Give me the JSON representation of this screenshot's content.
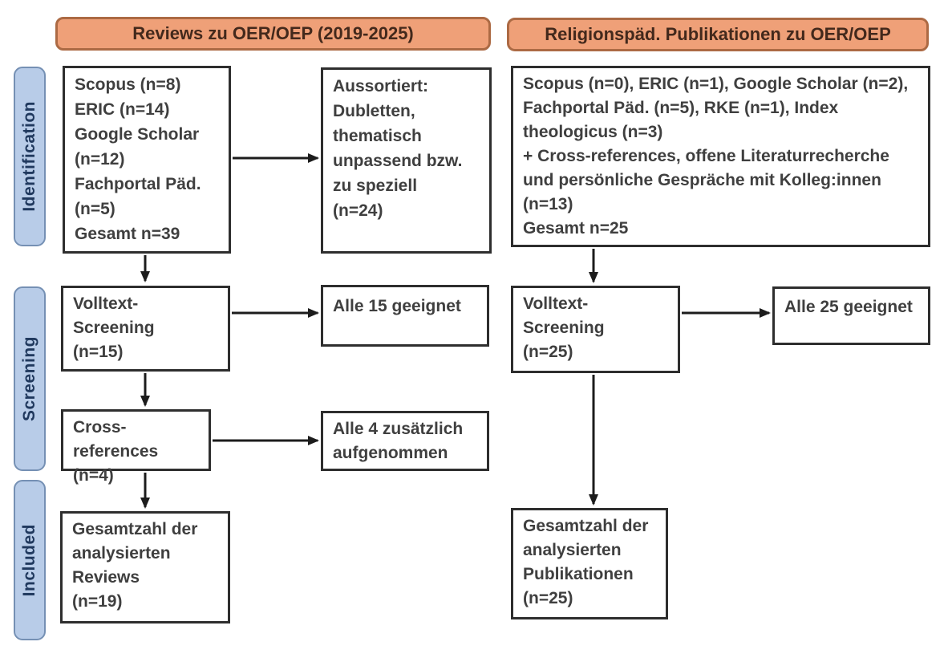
{
  "title_banners": {
    "left": "Reviews zu OER/OEP (2019-2025)",
    "right": "Religionspäd. Publikationen zu OER/OEP"
  },
  "stage_labels": [
    "Identification",
    "Screening",
    "Included"
  ],
  "colors": {
    "banner_fill": "#EFA078",
    "banner_border": "#AC6A44",
    "banner_text": "#43291C",
    "stage_fill": "#B8CCE8",
    "stage_border": "#7590B4",
    "stage_text": "#20395E",
    "box_border": "#2E2E2E",
    "box_text": "#3F3F3F",
    "arrow": "#1C1C1C"
  },
  "left_flow": {
    "identification_box": "Scopus (n=8)\nERIC (n=14)\nGoogle Scholar\n(n=12)\nFachportal Päd.\n(n=5)\nGesamt n=39",
    "excluded_box": "Aussortiert:\nDubletten,\nthematisch\nunpassend bzw.\nzu speziell\n(n=24)",
    "fulltext_box": "Volltext-\nScreening\n(n=15)",
    "eligible_box": "Alle 15 geeignet",
    "crossref_box": "Cross-references\n(n=4)",
    "added_box": "Alle 4 zusätzlich\naufgenommen",
    "included_box": "Gesamtzahl der\nanalysierten\nReviews\n(n=19)"
  },
  "right_flow": {
    "identification_box": "Scopus (n=0), ERIC (n=1), Google Scholar (n=2),\nFachportal Päd. (n=5), RKE (n=1), Index\ntheologicus (n=3)\n+ Cross-references, offene Literaturrecherche\nund persönliche Gespräche mit Kolleg:innen\n(n=13)\nGesamt n=25",
    "fulltext_box": "Volltext-\nScreening\n(n=25)",
    "eligible_box": "Alle 25 geeignet",
    "included_box": "Gesamtzahl der\nanalysierten\nPublikationen\n(n=25)"
  }
}
